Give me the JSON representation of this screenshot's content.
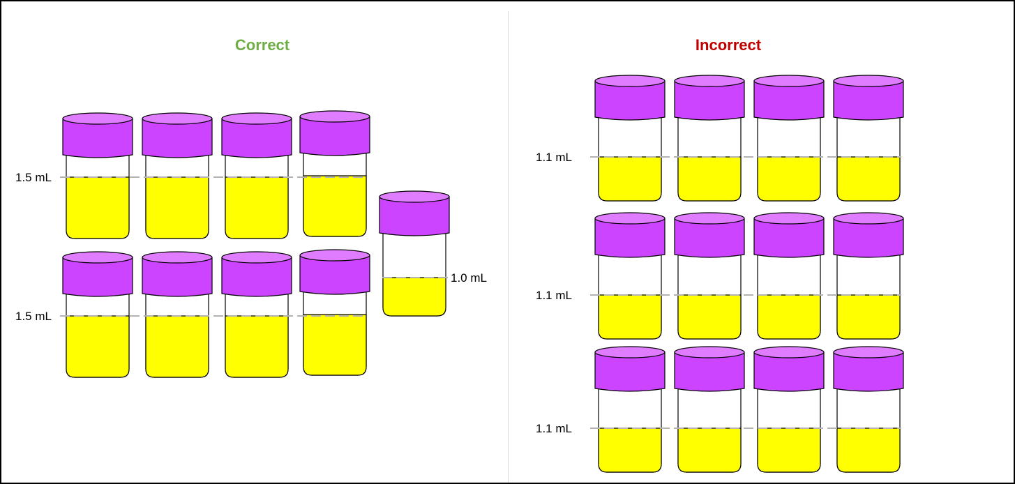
{
  "colors": {
    "correct": "#70ad47",
    "incorrect": "#c00000",
    "cap_body": "#cc44ff",
    "cap_top": "#e07cff",
    "liquid": "#ffff00",
    "level_line": "#b3b3b3"
  },
  "correct": {
    "title": "Correct",
    "rows": [
      {
        "label": "1.5 mL",
        "vial_count": 4,
        "fill_ml": 1.5
      },
      {
        "label": "1.5 mL",
        "vial_count": 4,
        "fill_ml": 1.5
      }
    ],
    "extra_vial": {
      "label": "1.0 mL",
      "fill_ml": 1.0
    }
  },
  "incorrect": {
    "title": "Incorrect",
    "rows": [
      {
        "label": "1.1 mL",
        "vial_count": 4,
        "fill_ml": 1.1
      },
      {
        "label": "1.1 mL",
        "vial_count": 4,
        "fill_ml": 1.1
      },
      {
        "label": "1.1 mL",
        "vial_count": 4,
        "fill_ml": 1.1
      }
    ]
  }
}
